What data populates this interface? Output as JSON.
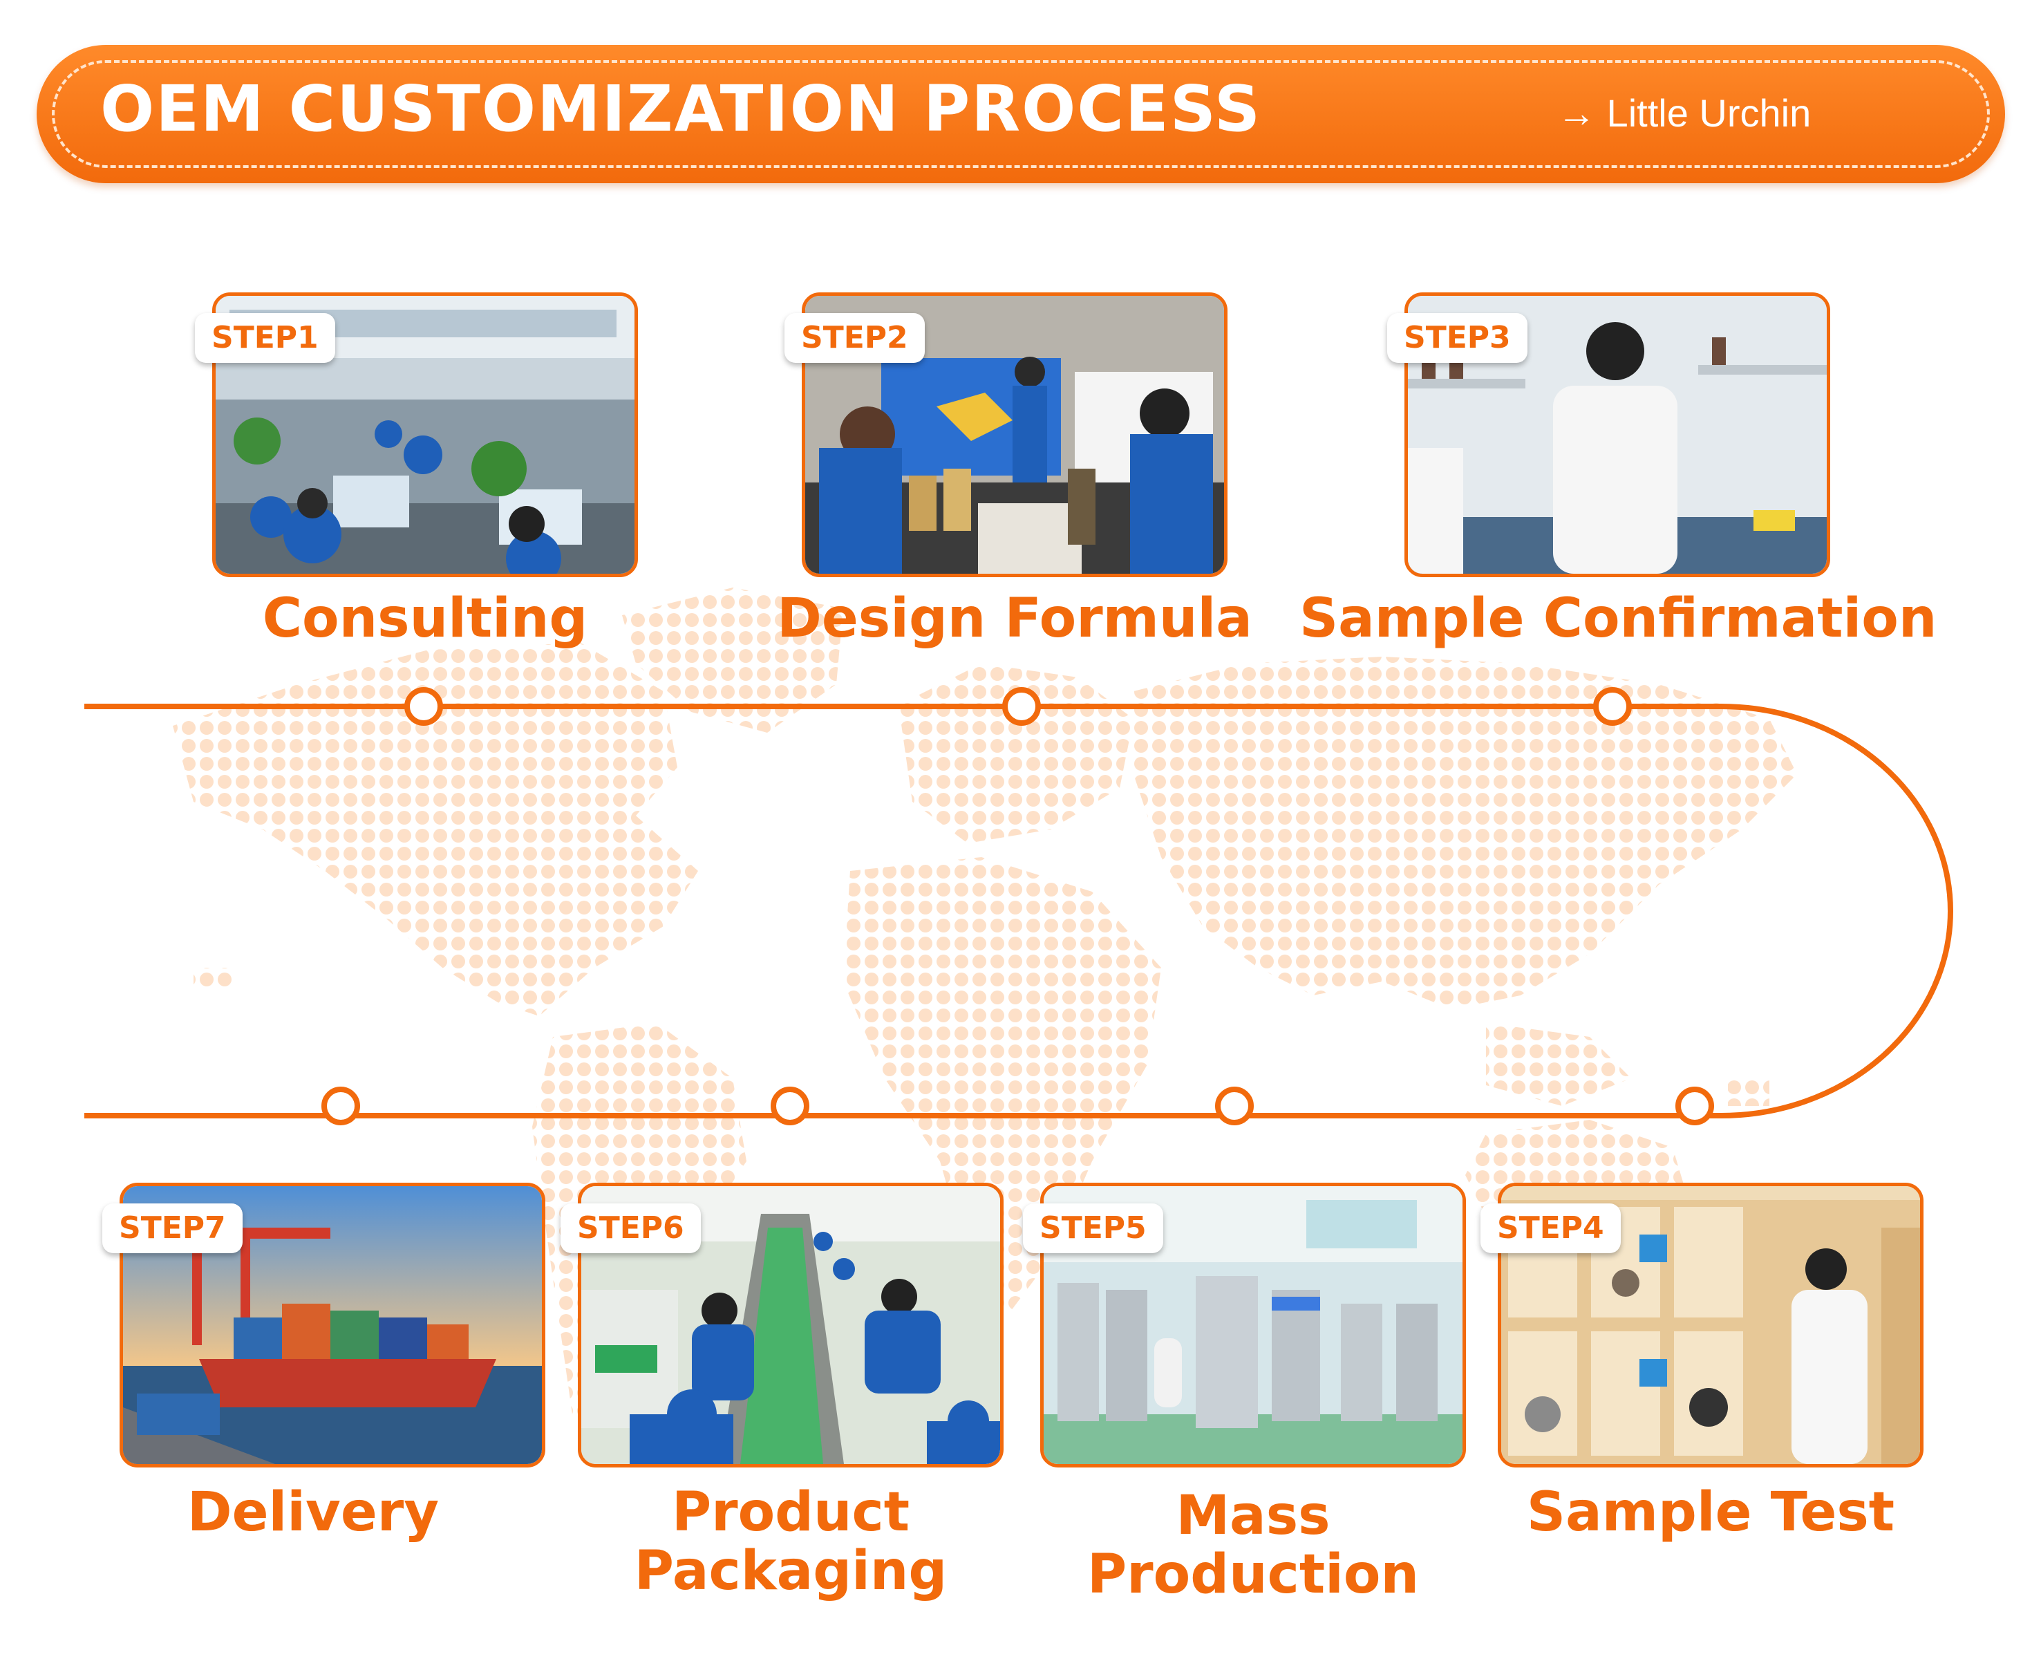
{
  "header": {
    "title": "OEM CUSTOMIZATION PROCESS",
    "brand": "→ Little Urchin"
  },
  "steps": [
    {
      "tag": "STEP1",
      "label": "Consulting"
    },
    {
      "tag": "STEP2",
      "label": "Design Formula"
    },
    {
      "tag": "STEP3",
      "label": "Sample Confirmation"
    },
    {
      "tag": "STEP4",
      "label": "Sample Test"
    },
    {
      "tag": "STEP5",
      "label_line1": "Mass",
      "label_line2": "Production"
    },
    {
      "tag": "STEP6",
      "label_line1": "Product",
      "label_line2": "Packaging"
    },
    {
      "tag": "STEP7",
      "label": "Delivery"
    }
  ],
  "colors": {
    "accent": "#f26a0c",
    "map_dots": "#fde0c8"
  }
}
